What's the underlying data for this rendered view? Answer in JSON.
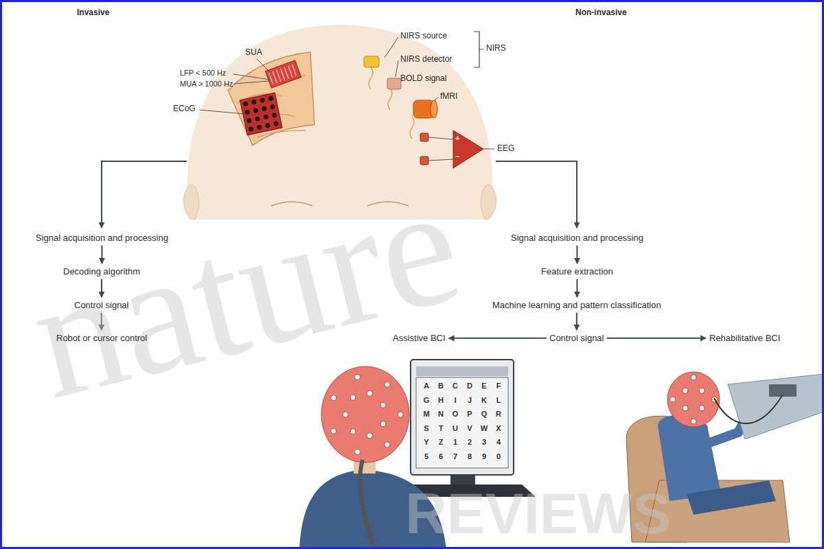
{
  "diagram": {
    "nodes": [
      {
        "text": [
          "Signal acquisition and processing"
        ]
      },
      {
        "text": [
          "Signal acquisition and processing"
        ]
      },
      {
        "text": [
          "Decoding algorithm"
        ]
      },
      {
        "text": [
          "Feature extraction"
        ]
      },
      {
        "text": [
          "Control signal"
        ]
      },
      {
        "text": [
          "Machine learning and pattern classification"
        ]
      },
      {
        "text": [
          "Robot or cursor control"
        ]
      },
      {
        "text": [
          "Assistive BCI"
        ]
      },
      {
        "text": [
          "Control signal"
        ]
      },
      {
        "text": [
          "Rehabilitative BCI"
        ]
      }
    ],
    "edges": [
      {
        "from": 0,
        "to": 2,
        "arrow": "to"
      },
      {
        "from": 2,
        "to": 4,
        "arrow": "to"
      },
      {
        "from": 4,
        "to": 6,
        "arrow": "to"
      },
      {
        "from": 1,
        "to": 3,
        "arrow": "to"
      },
      {
        "from": 3,
        "to": 5,
        "arrow": "to"
      },
      {
        "from": 5,
        "to": 8,
        "arrow": "to"
      },
      {
        "from": 8,
        "to": 7,
        "arrow": "to"
      },
      {
        "from": 8,
        "to": 9,
        "arrow": "to"
      }
    ],
    "labels": [
      "Invasive",
      "Non-invasive",
      "SUA",
      "LFP < 500 Hz",
      "MUA > 1000 Hz",
      "ECoG",
      "NIRS source",
      "NIRS detector",
      "NIRS",
      "BOLD signal",
      "fMRI",
      "EEG",
      "nature",
      "REVIEWS",
      "A",
      "B",
      "C",
      "D",
      "E",
      "F",
      "G",
      "H",
      "I",
      "J",
      "K",
      "L",
      "M",
      "N",
      "O",
      "P",
      "Q",
      "R",
      "S",
      "T",
      "U",
      "V",
      "W",
      "X",
      "Y",
      "Z",
      "1",
      "2",
      "3",
      "4",
      "5",
      "6",
      "7",
      "8",
      "9",
      "0",
      "+",
      "−"
    ]
  }
}
